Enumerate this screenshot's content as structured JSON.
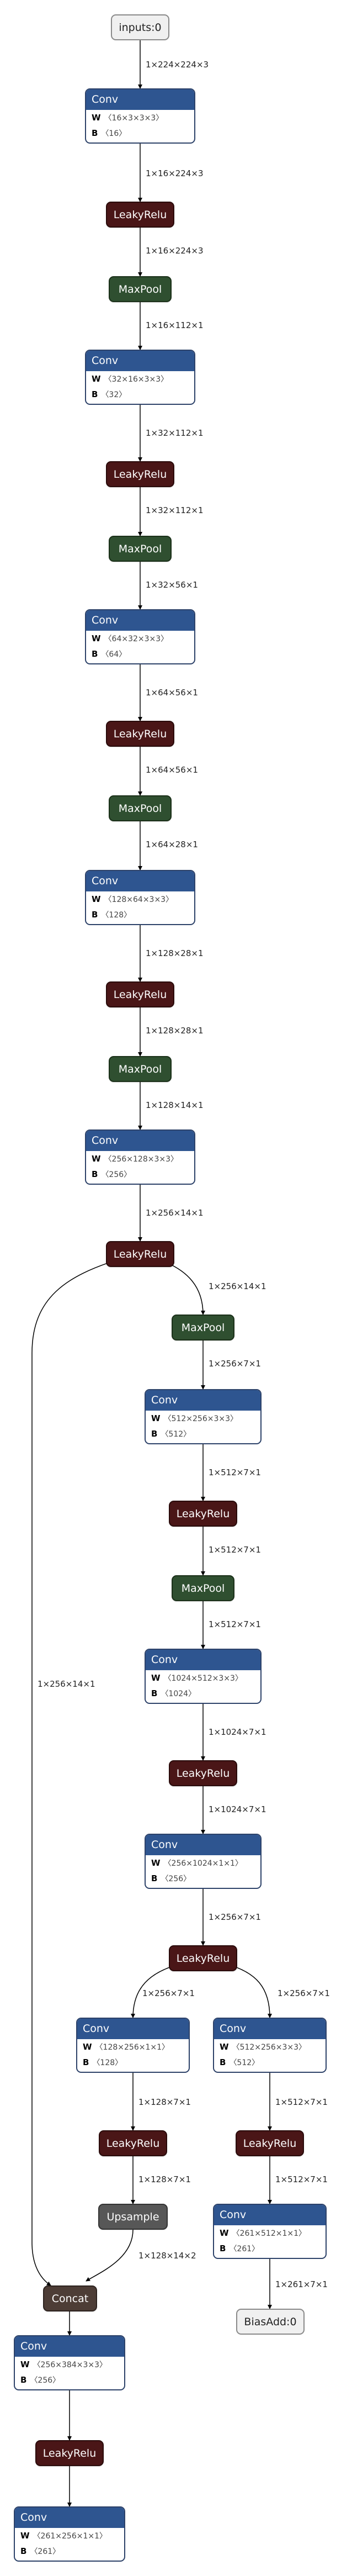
{
  "nodes": {
    "input": "inputs:0",
    "conv1": {
      "title": "Conv",
      "w": "〈16×3×3×3〉",
      "b": "〈16〉"
    },
    "leaky1": "LeakyRelu",
    "pool1": "MaxPool",
    "conv2": {
      "title": "Conv",
      "w": "〈32×16×3×3〉",
      "b": "〈32〉"
    },
    "leaky2": "LeakyRelu",
    "pool2": "MaxPool",
    "conv3": {
      "title": "Conv",
      "w": "〈64×32×3×3〉",
      "b": "〈64〉"
    },
    "leaky3": "LeakyRelu",
    "pool3": "MaxPool",
    "conv4": {
      "title": "Conv",
      "w": "〈128×64×3×3〉",
      "b": "〈128〉"
    },
    "leaky4": "LeakyRelu",
    "pool4": "MaxPool",
    "conv5": {
      "title": "Conv",
      "w": "〈256×128×3×3〉",
      "b": "〈256〉"
    },
    "leaky5": "LeakyRelu",
    "pool5": "MaxPool",
    "conv6": {
      "title": "Conv",
      "w": "〈512×256×3×3〉",
      "b": "〈512〉"
    },
    "leaky6": "LeakyRelu",
    "pool6": "MaxPool",
    "conv7": {
      "title": "Conv",
      "w": "〈1024×512×3×3〉",
      "b": "〈1024〉"
    },
    "leaky7": "LeakyRelu",
    "conv8": {
      "title": "Conv",
      "w": "〈256×1024×1×1〉",
      "b": "〈256〉"
    },
    "leaky8": "LeakyRelu",
    "conv9": {
      "title": "Conv",
      "w": "〈128×256×1×1〉",
      "b": "〈128〉"
    },
    "leaky9": "LeakyRelu",
    "upsample": "Upsample",
    "conv10": {
      "title": "Conv",
      "w": "〈512×256×3×3〉",
      "b": "〈512〉"
    },
    "leaky10": "LeakyRelu",
    "conv11": {
      "title": "Conv",
      "w": "〈261×512×1×1〉",
      "b": "〈261〉"
    },
    "biasadd": "BiasAdd:0",
    "concat": "Concat",
    "conv12": {
      "title": "Conv",
      "w": "〈256×384×3×3〉",
      "b": "〈256〉"
    },
    "leaky11": "LeakyRelu",
    "conv13": {
      "title": "Conv",
      "w": "〈261×256×1×1〉",
      "b": "〈261〉"
    },
    "row_labels": {
      "w": "W",
      "b": "B"
    }
  },
  "edges": {
    "e1": "1×224×224×3",
    "e2": "1×16×224×3",
    "e3": "1×16×224×3",
    "e4": "1×16×112×1",
    "e5": "1×32×112×1",
    "e6": "1×32×112×1",
    "e7": "1×32×56×1",
    "e8": "1×64×56×1",
    "e9": "1×64×56×1",
    "e10": "1×64×28×1",
    "e11": "1×128×28×1",
    "e12": "1×128×28×1",
    "e13": "1×128×14×1",
    "e14": "1×256×14×1",
    "e15": "1×256×14×1",
    "e16": "1×256×7×1",
    "e17": "1×512×7×1",
    "e18": "1×512×7×1",
    "e19": "1×512×7×1",
    "e20": "1×1024×7×1",
    "e21": "1×1024×7×1",
    "e22": "1×256×7×1",
    "e23": "1×256×7×1",
    "e24": "1×256×7×1",
    "e25": "1×128×7×1",
    "e26": "1×128×7×1",
    "e27": "1×128×14×2",
    "e28": "1×512×7×1",
    "e29": "1×512×7×1",
    "e30": "1×261×7×1",
    "e31": "1×256×14×1"
  }
}
